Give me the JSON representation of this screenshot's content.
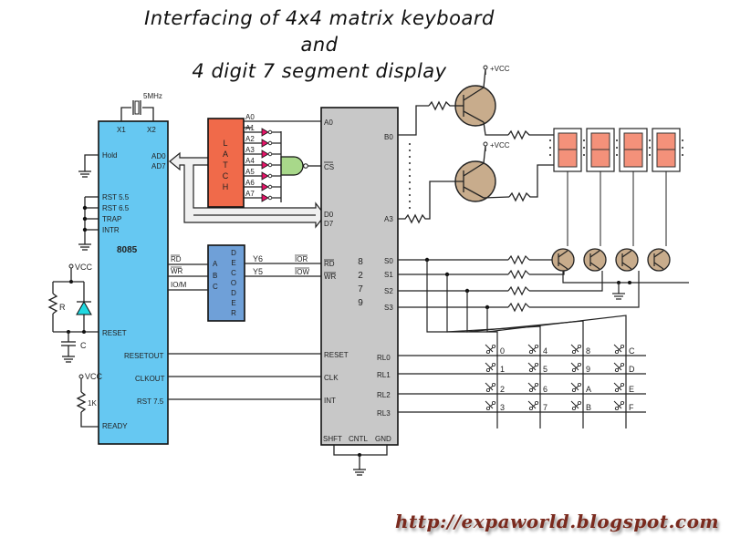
{
  "title": {
    "line1": "Interfacing of 4x4 matrix keyboard",
    "line2": "and",
    "line3": "4 digit 7 segment display"
  },
  "watermark": "http://expaworld.blogspot.com",
  "colors": {
    "cpu": "#66c8f2",
    "latch": "#f06a4a",
    "decoder": "#6fa0d8",
    "kdc": "#c8c8c8",
    "nand": "#a8d88a",
    "inverter": "#e8156a",
    "transistor": "#c8ac8c",
    "segment": "#f4917a",
    "diode": "#20d8e0",
    "bus": "#f0f0f0"
  },
  "cpu": {
    "name": "8085",
    "crystal": "5MHz",
    "pins_top": [
      "X1",
      "X2"
    ],
    "pins_left": [
      "Hold",
      "RST 5.5",
      "RST 6.5",
      "TRAP",
      "INTR",
      "RESET",
      "READY"
    ],
    "pins_right": [
      "AD0",
      "AD7",
      "RD",
      "WR",
      "IO/M",
      "RESETOUT",
      "CLKOUT",
      "RST 7.5"
    ]
  },
  "latch": {
    "name": "LATCH",
    "outputs": [
      "A0",
      "A1",
      "A2",
      "A3",
      "A4",
      "A5",
      "A6",
      "A7"
    ]
  },
  "decoder": {
    "name": "DECODER",
    "inputs": [
      "A",
      "B",
      "C"
    ],
    "outputs": [
      "Y6",
      "Y5"
    ]
  },
  "kdc": {
    "name": "8279",
    "pins_left": [
      "A0",
      "CS",
      "D0",
      "D7",
      "RD",
      "WR",
      "RESET",
      "CLK",
      "INT"
    ],
    "pins_right": [
      "B0",
      "A3",
      "S0",
      "S1",
      "S2",
      "S3",
      "RL0",
      "RL1",
      "RL2",
      "RL3"
    ],
    "pins_bottom": [
      "SHFT",
      "CNTL",
      "GND"
    ]
  },
  "signals": {
    "ior": "IOR",
    "iow": "IOW"
  },
  "reset_circuit": {
    "vcc": "VCC",
    "resistor": "R",
    "capacitor": "C"
  },
  "ready_circuit": {
    "vcc": "VCC",
    "resistor": "1K"
  },
  "display": {
    "vcc": "+VCC",
    "digits": 4
  },
  "keypad": {
    "rows": [
      "RL0",
      "RL1",
      "RL2",
      "RL3"
    ],
    "keys": [
      [
        "0",
        "4",
        "8",
        "C"
      ],
      [
        "1",
        "5",
        "9",
        "D"
      ],
      [
        "2",
        "6",
        "A",
        "E"
      ],
      [
        "3",
        "7",
        "B",
        "F"
      ]
    ]
  }
}
